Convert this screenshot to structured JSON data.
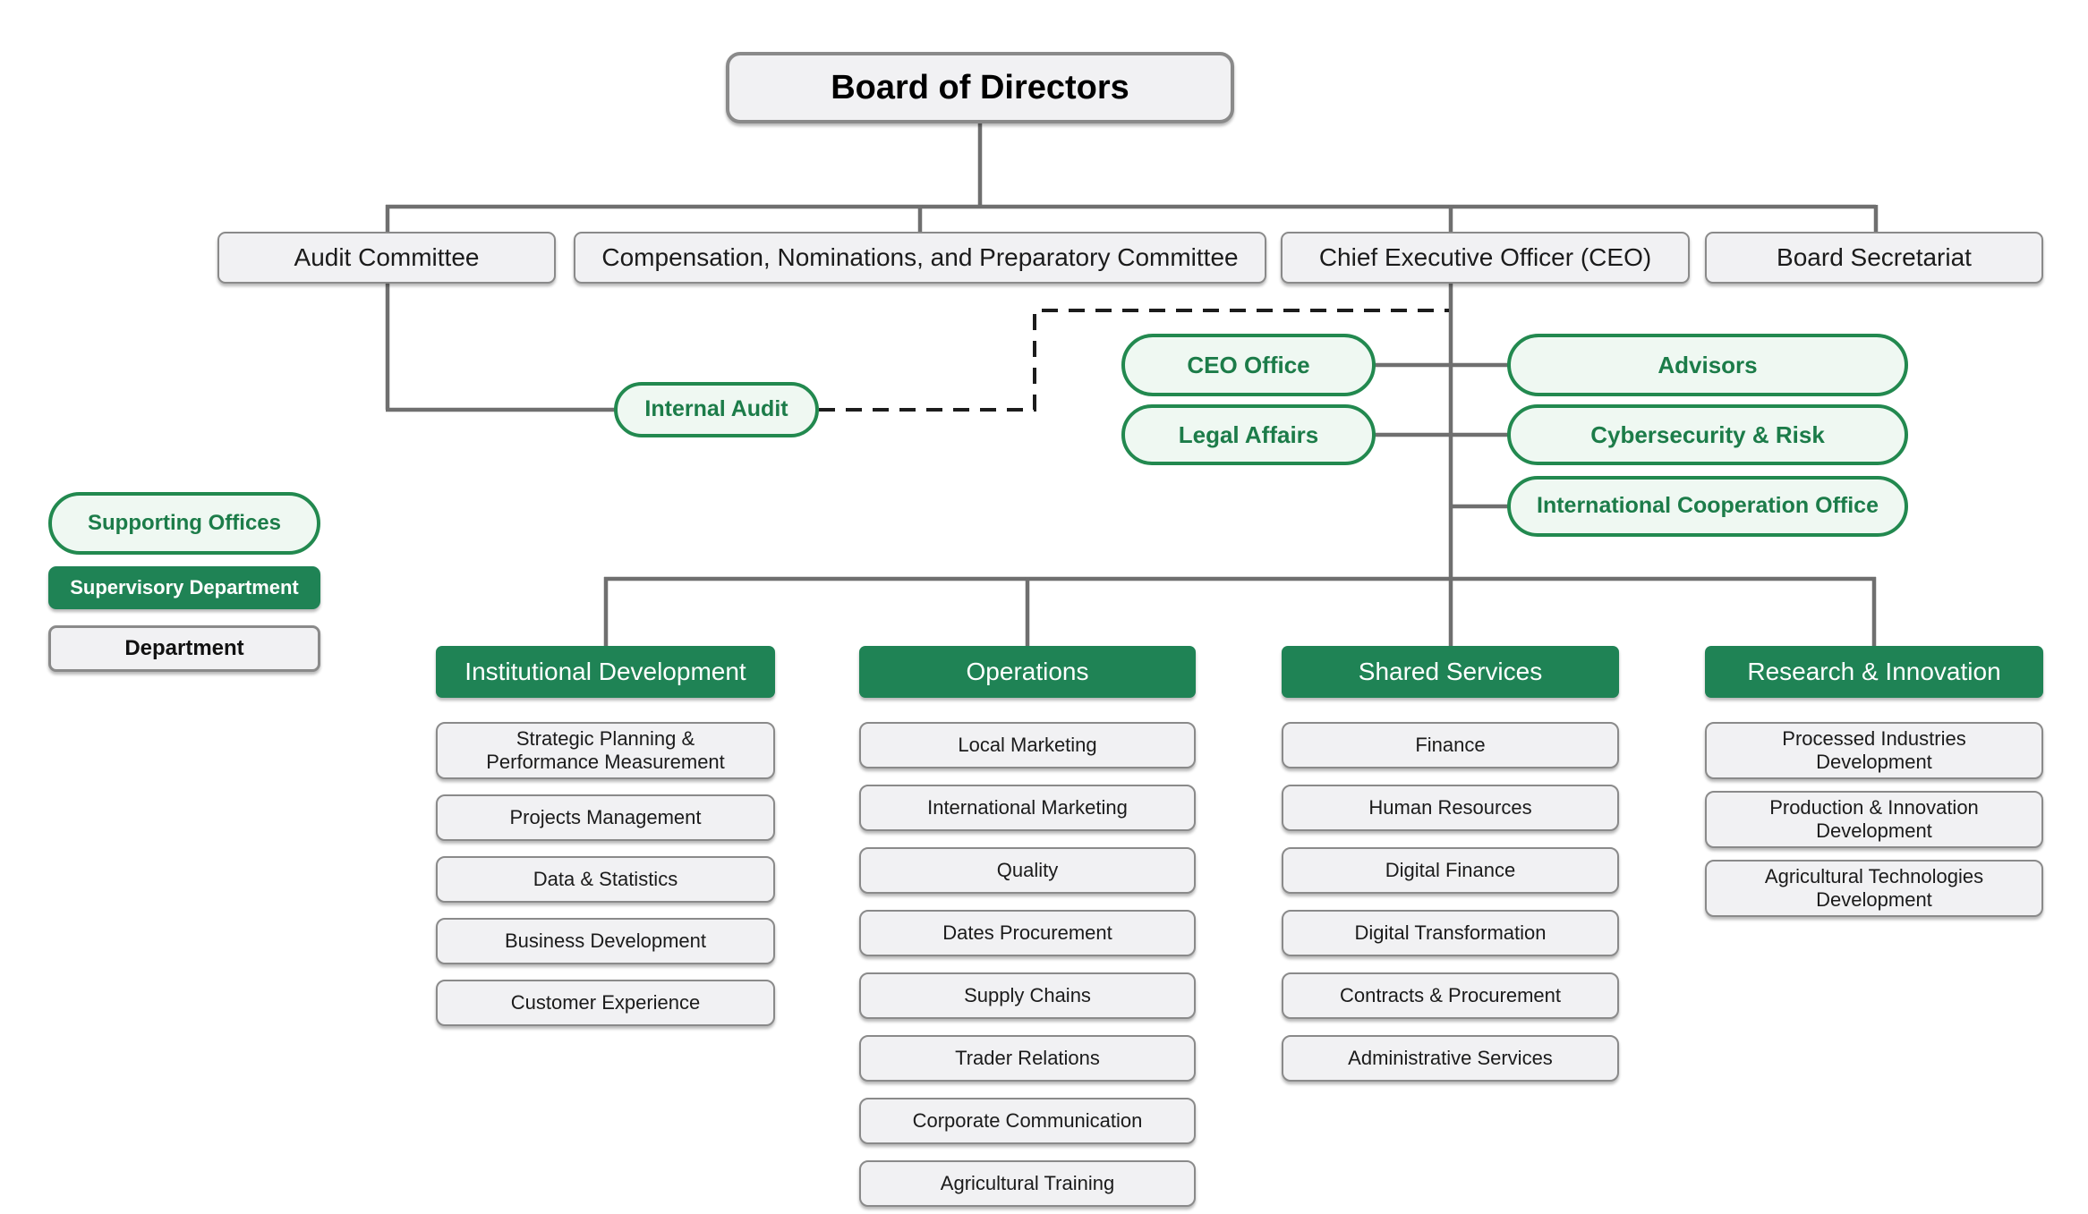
{
  "board": {
    "label": "Board of Directors"
  },
  "committees": {
    "audit": "Audit Committee",
    "compensation": "Compensation, Nominations, and Preparatory Committee",
    "ceo": "Chief Executive Officer (CEO)",
    "secretariat": "Board Secretariat"
  },
  "supporting_offices": {
    "internal_audit": "Internal Audit",
    "ceo_office": "CEO Office",
    "legal_affairs": "Legal Affairs",
    "advisors": "Advisors",
    "cybersecurity": "Cybersecurity & Risk",
    "international_cooperation": "International Cooperation Office"
  },
  "legend": {
    "supporting_offices": "Supporting Offices",
    "supervisory_department": "Supervisory Department",
    "department": "Department"
  },
  "divisions": [
    {
      "label": "Institutional Development",
      "departments": [
        "Strategic Planning & Performance Measurement",
        "Projects Management",
        "Data & Statistics",
        "Business Development",
        "Customer Experience"
      ]
    },
    {
      "label": "Operations",
      "departments": [
        "Local Marketing",
        "International Marketing",
        "Quality",
        "Dates Procurement",
        "Supply Chains",
        "Trader Relations",
        "Corporate Communication",
        "Agricultural Training"
      ]
    },
    {
      "label": "Shared Services",
      "departments": [
        "Finance",
        "Human Resources",
        "Digital Finance",
        "Digital Transformation",
        "Contracts & Procurement",
        "Administrative Services"
      ]
    },
    {
      "label": "Research & Innovation",
      "departments": [
        "Processed Industries Development",
        "Production & Innovation Development",
        "Agricultural Technologies Development"
      ]
    }
  ],
  "colors": {
    "green_solid": "#1F8355",
    "green_border": "#22894F",
    "green_text": "#1C7C49",
    "green_fill_light": "#EFF8F2",
    "gray_fill": "#F1F1F3",
    "gray_border": "#8A8A8A",
    "connector": "#6F6F6F",
    "dashed_connector": "#1C1C1C"
  }
}
